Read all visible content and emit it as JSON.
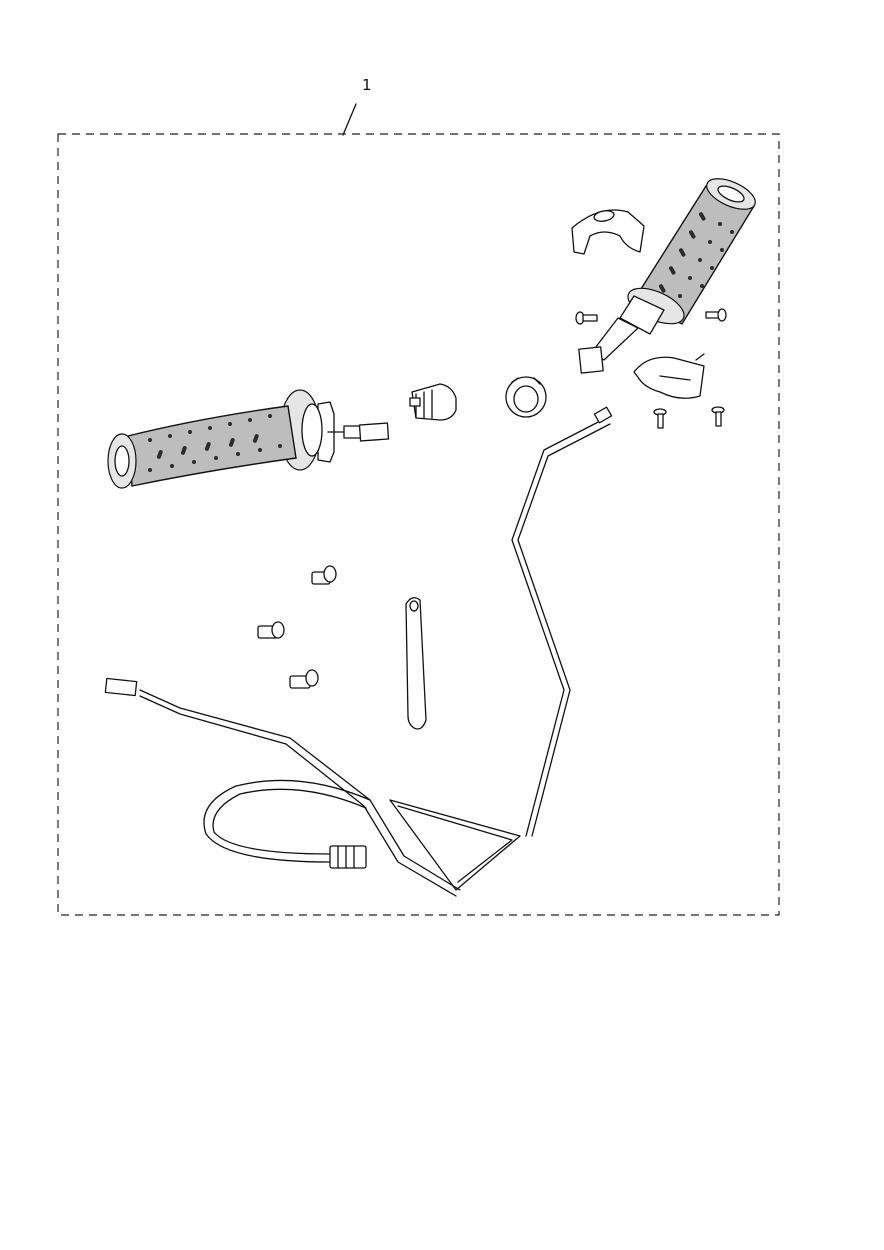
{
  "callout": {
    "label": "1"
  },
  "colors": {
    "line": "#111111",
    "grip": "#bdbdbd",
    "background": "#ffffff"
  },
  "parts": [
    {
      "name": "left-heated-grip"
    },
    {
      "name": "right-heated-grip"
    },
    {
      "name": "switch-housing-upper"
    },
    {
      "name": "switch-housing-lower"
    },
    {
      "name": "grip-connector-plug"
    },
    {
      "name": "blanking-grommet"
    },
    {
      "name": "screw"
    },
    {
      "name": "mounting-bolt"
    },
    {
      "name": "cable-tie"
    },
    {
      "name": "wiring-harness"
    }
  ]
}
